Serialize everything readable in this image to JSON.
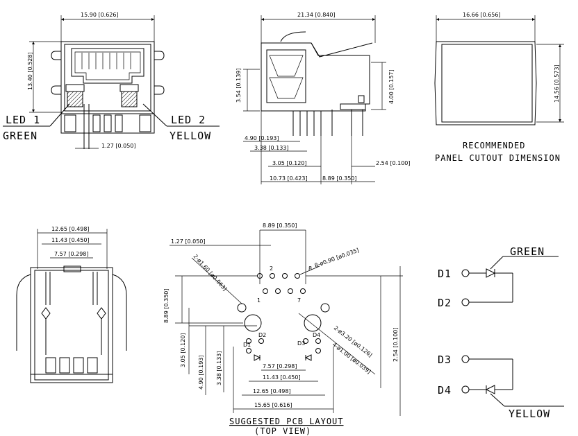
{
  "views": {
    "front": {
      "width_dim": "15.90 [0.626]",
      "height_dim": "13.40 [0.528]",
      "pitch_dim": "1.27 [0.050]",
      "led1_label": "LED 1",
      "led1_color": "GREEN",
      "led2_label": "LED 2",
      "led2_color": "YELLOW"
    },
    "side": {
      "length_dim": "21.34 [0.840]",
      "height_left_dim": "3.54 [0.139]",
      "height_right_dim": "4.00 [0.157]",
      "dim_a": "4.90 [0.193]",
      "dim_b": "3.38 [0.133]",
      "dim_c": "3.05 [0.120]",
      "dim_d": "2.54 [0.100]",
      "dim_e": "10.73 [0.423]",
      "dim_f": "8.89 [0.350]"
    },
    "panel": {
      "width_dim": "16.66 [0.656]",
      "height_dim": "14.56 [0.573]",
      "title_line1": "RECOMMENDED",
      "title_line2": "PANEL CUTOUT DIMENSION"
    },
    "bottom": {
      "dim_outer": "12.65 [0.498]",
      "dim_mid": "11.43 [0.450]",
      "dim_inner": "7.57 [0.298]"
    },
    "pcb": {
      "dim_top": "8.89 [0.350]",
      "dim_pitch": "1.27 [0.050]",
      "hole_note_small": "8-ø0.90 [ø0.035]",
      "hole_note_peg": "2-ø1.60 [ø0.063]",
      "hole_note_large": "2-ø3.20 [ø0.126]",
      "hole_note_led": "4-ø1.00 [ø0.039]",
      "dim_row": "8.89 [0.350]",
      "dim_v1": "3.05 [0.120]",
      "dim_v2": "4.90 [0.193]",
      "dim_v3": "3.38 [0.133]",
      "dim_v4": "2.54 [0.100]",
      "dim_h1": "7.57 [0.298]",
      "dim_h2": "11.43 [0.450]",
      "dim_h3": "12.65 [0.498]",
      "dim_h4": "15.65 [0.616]",
      "pin2": "2",
      "pin8": "8",
      "pin1": "1",
      "pin7": "7",
      "d1": "D1",
      "d2": "D2",
      "d3": "D3",
      "d4": "D4",
      "title": "SUGGESTED PCB LAYOUT",
      "subtitle": "(TOP VIEW)"
    },
    "schematic": {
      "d1": "D1",
      "d2": "D2",
      "d3": "D3",
      "d4": "D4",
      "green": "GREEN",
      "yellow": "YELLOW"
    }
  }
}
